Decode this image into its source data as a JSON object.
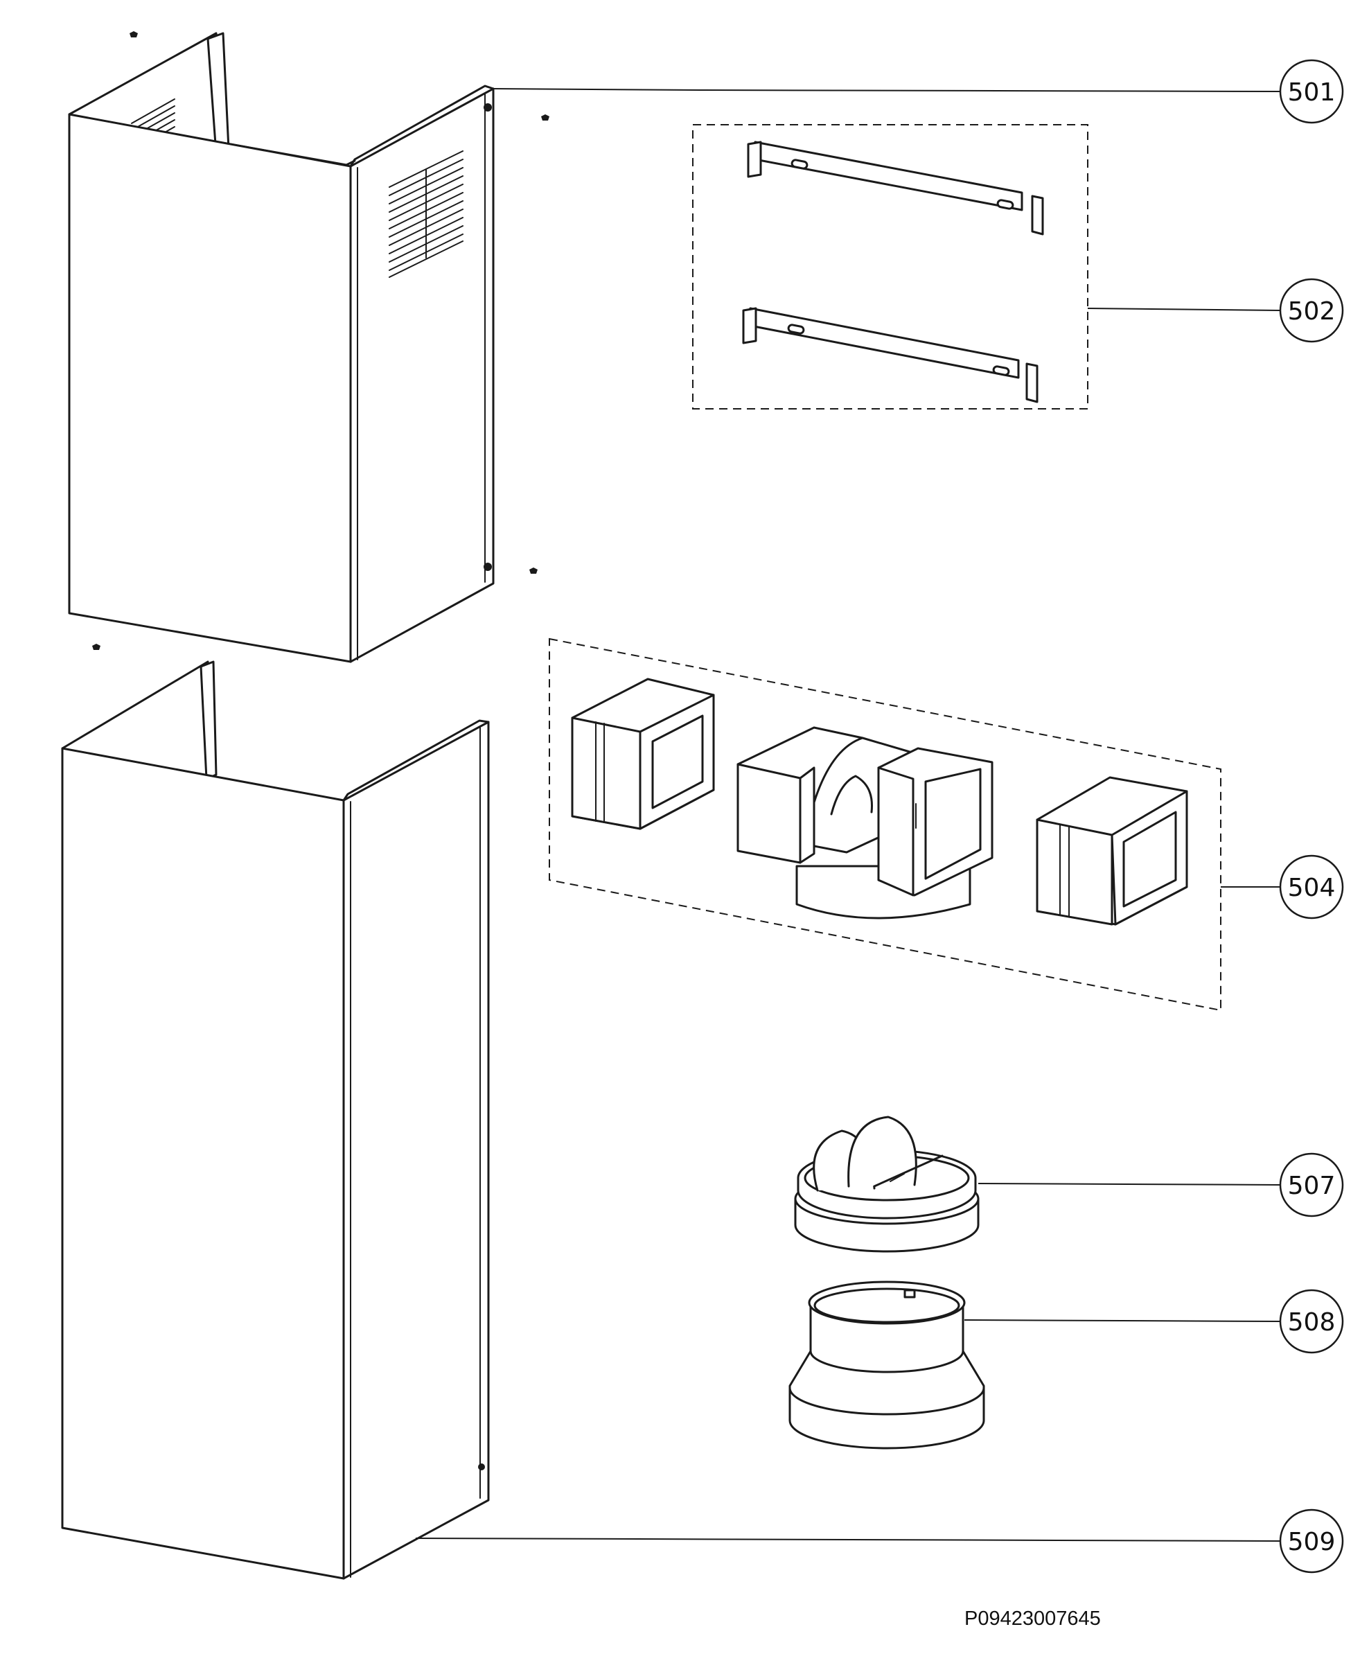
{
  "callouts": [
    {
      "id": "501",
      "label": "501"
    },
    {
      "id": "502",
      "label": "502"
    },
    {
      "id": "504",
      "label": "504"
    },
    {
      "id": "507",
      "label": "507"
    },
    {
      "id": "508",
      "label": "508"
    },
    {
      "id": "509",
      "label": "509"
    }
  ],
  "drawing_code": "P09423007645"
}
